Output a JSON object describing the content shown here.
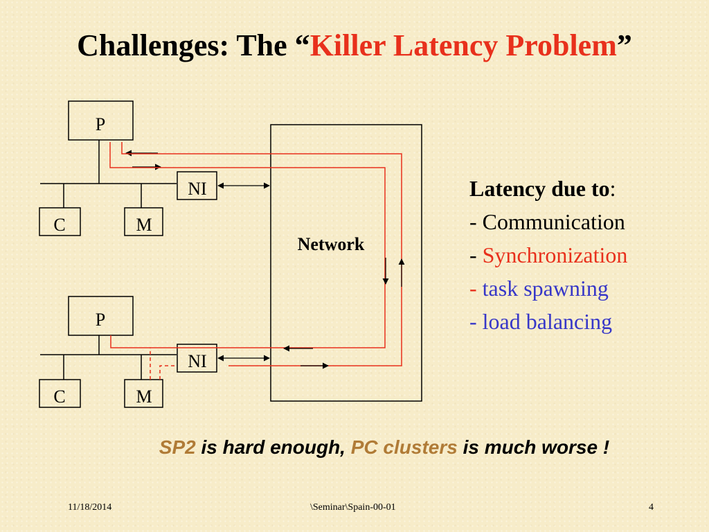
{
  "title": {
    "prefix": "Challenges: The “",
    "highlight": "Killer Latency Problem",
    "suffix": "”"
  },
  "diagram": {
    "network_label": "Network",
    "node_top": {
      "processor": "P",
      "cache": "C",
      "memory": "M",
      "interface": "NI"
    },
    "node_bottom": {
      "processor": "P",
      "cache": "C",
      "memory": "M",
      "interface": "NI"
    }
  },
  "latency": {
    "heading": "Latency due to",
    "colon": ":",
    "items": [
      {
        "dash": "- ",
        "text": "Communication"
      },
      {
        "dash": "- ",
        "text": "Synchronization"
      },
      {
        "dash": "- ",
        "text": "task spawning"
      },
      {
        "dash": "- ",
        "text": "load balancing"
      }
    ]
  },
  "note": {
    "part1": "SP2",
    "part2": " is hard enough, ",
    "part3": "PC clusters",
    "part4": " is much worse !"
  },
  "footer": {
    "date": "11/18/2014",
    "path": "\\Seminar\\Spain-00-01",
    "page": "4"
  },
  "colors": {
    "accent_red": "#e8301c",
    "blue": "#3737c8",
    "brown": "#b07b36",
    "background": "#f7ecc9"
  }
}
